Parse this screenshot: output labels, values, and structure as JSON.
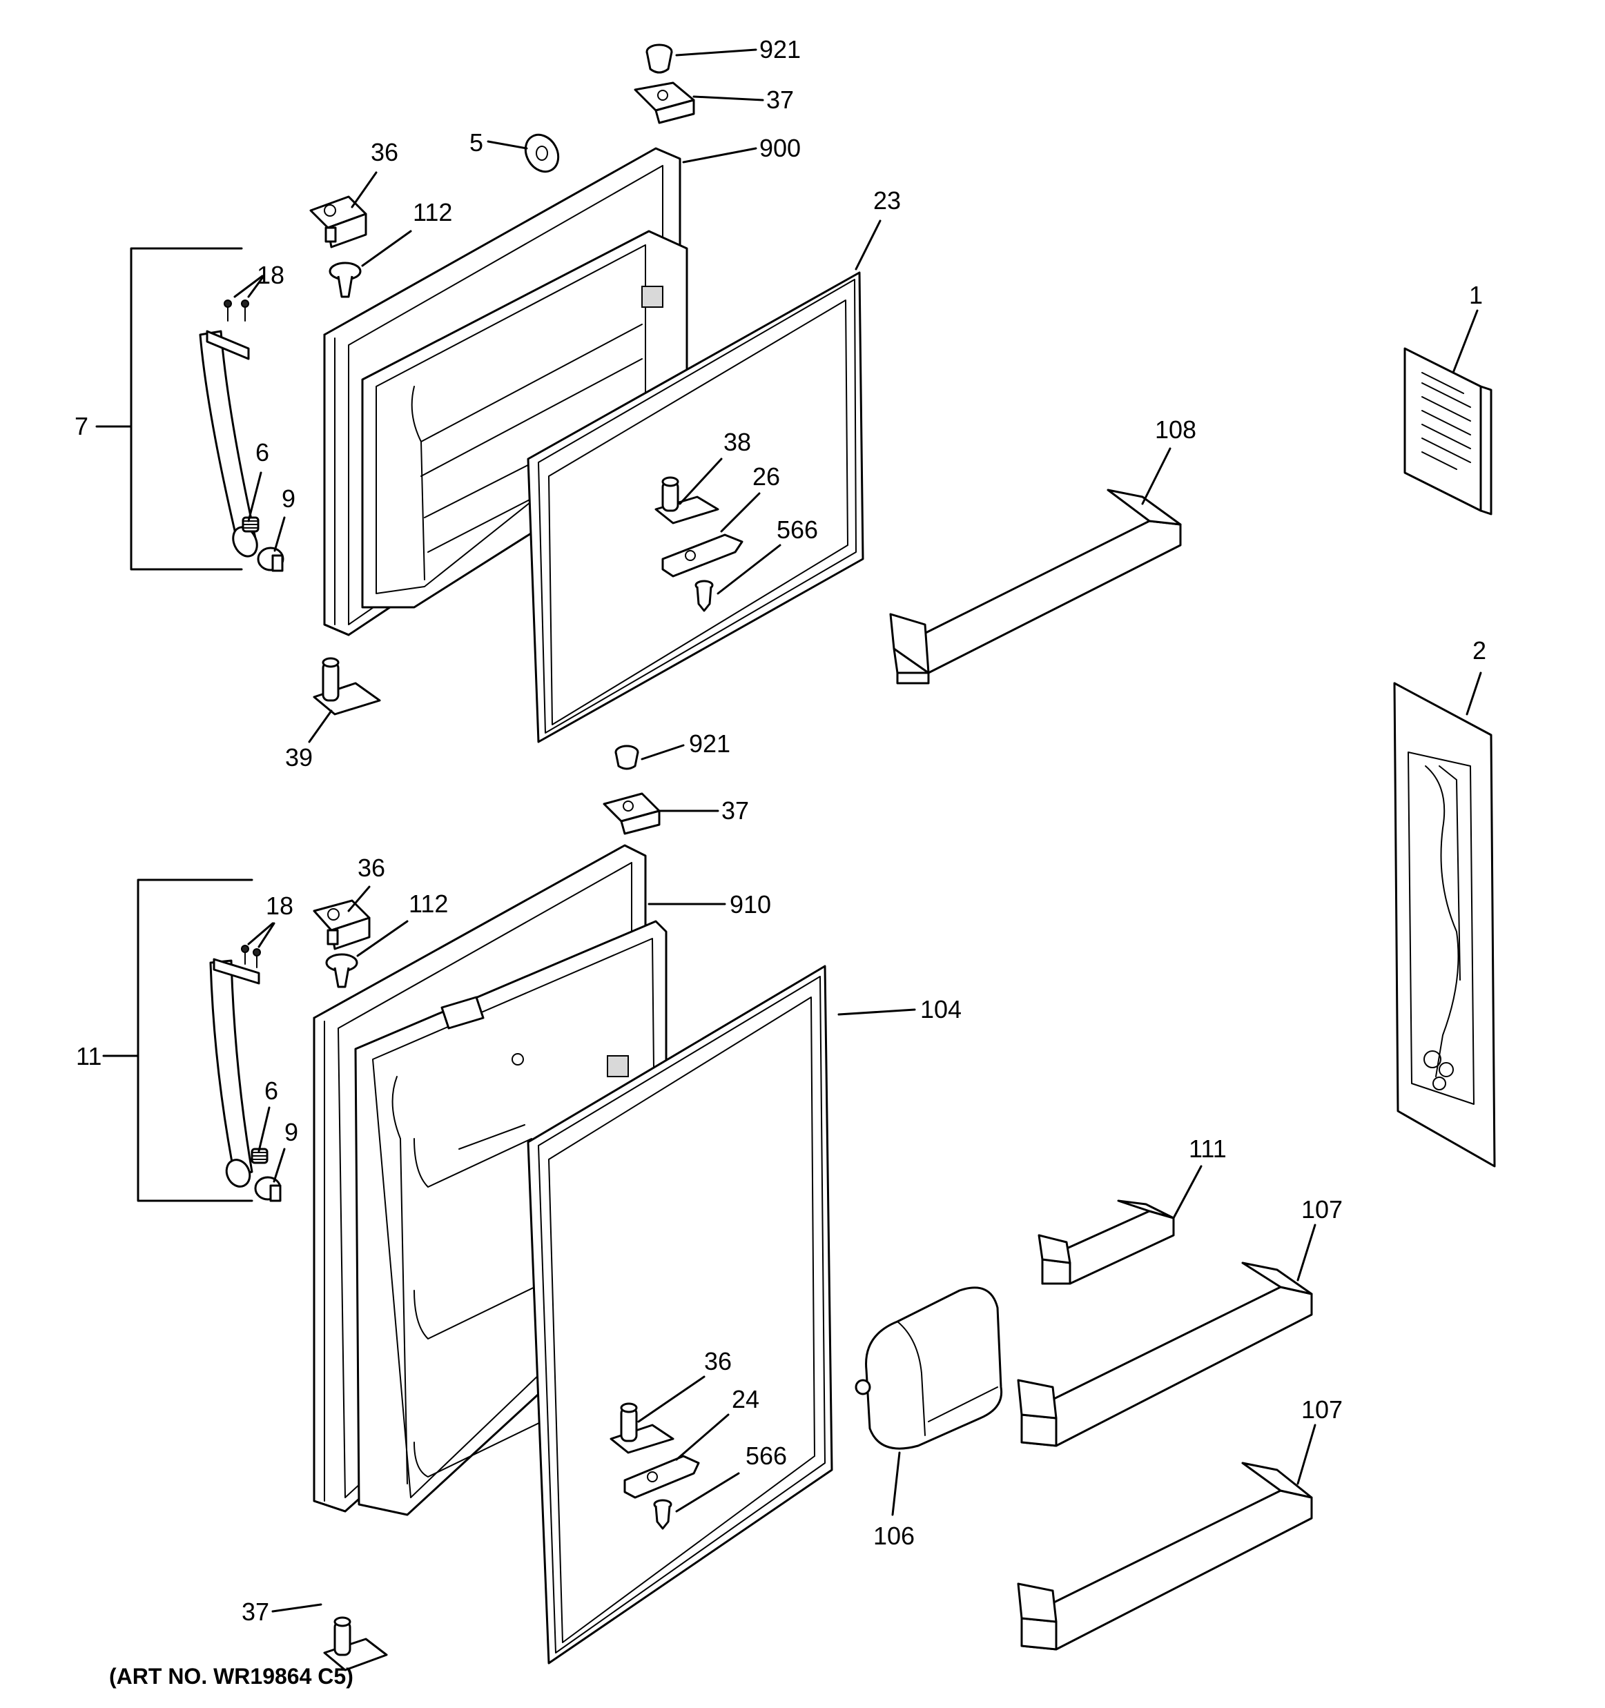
{
  "callouts": {
    "c921a": "921",
    "c37a": "37",
    "c5": "5",
    "c900": "900",
    "c36a": "36",
    "c112a": "112",
    "c23": "23",
    "c18a": "18",
    "c7": "7",
    "c6a": "6",
    "c9a": "9",
    "c38": "38",
    "c26": "26",
    "c566a": "566",
    "c108": "108",
    "c1": "1",
    "c39": "39",
    "c2": "2",
    "c921b": "921",
    "c37b": "37",
    "c36b": "36",
    "c112b": "112",
    "c18b": "18",
    "c910": "910",
    "c11": "11",
    "c104": "104",
    "c6b": "6",
    "c9b": "9",
    "c111": "111",
    "c107a": "107",
    "c36c": "36",
    "c24": "24",
    "c566b": "566",
    "c107b": "107",
    "c106": "106",
    "c37c": "37"
  },
  "art_number": "(ART NO. WR19864 C5)"
}
